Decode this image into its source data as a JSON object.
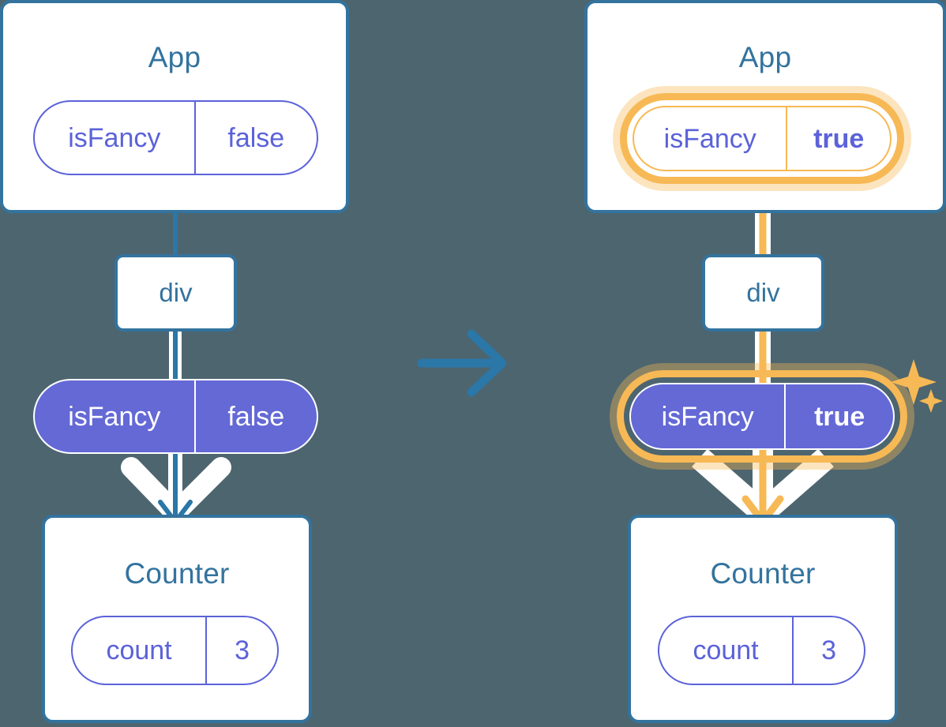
{
  "meta": {
    "background_color": "#4d656f",
    "accent_blue": "#33739e",
    "accent_purple": "#5b62d9",
    "pill_fill_purple": "#6469d6",
    "highlight_orange": "#f7b955",
    "highlight_glow": "rgba(247,185,85,0.38)"
  },
  "panels": [
    {
      "id": "before",
      "app": {
        "title": "App",
        "state_pill": {
          "key": "isFancy",
          "value": "false",
          "style": "outline",
          "highlighted": false,
          "value_bold": false
        }
      },
      "div_node": {
        "label": "div"
      },
      "prop_pill": {
        "key": "isFancy",
        "value": "false",
        "style": "filled",
        "highlighted": false,
        "value_bold": false
      },
      "counter": {
        "title": "Counter",
        "state_pill": {
          "key": "count",
          "value": "3",
          "style": "outline",
          "highlighted": false,
          "value_bold": false
        }
      }
    },
    {
      "id": "after",
      "app": {
        "title": "App",
        "state_pill": {
          "key": "isFancy",
          "value": "true",
          "style": "outline",
          "highlighted": true,
          "value_bold": true
        }
      },
      "div_node": {
        "label": "div"
      },
      "prop_pill": {
        "key": "isFancy",
        "value": "true",
        "style": "filled",
        "highlighted": true,
        "value_bold": true
      },
      "counter": {
        "title": "Counter",
        "state_pill": {
          "key": "count",
          "value": "3",
          "style": "outline",
          "highlighted": false,
          "value_bold": false
        }
      }
    }
  ],
  "transition": {
    "icon": "arrow-right-icon",
    "color": "#2a77a8"
  },
  "sparkle_icon": "sparkles-icon"
}
